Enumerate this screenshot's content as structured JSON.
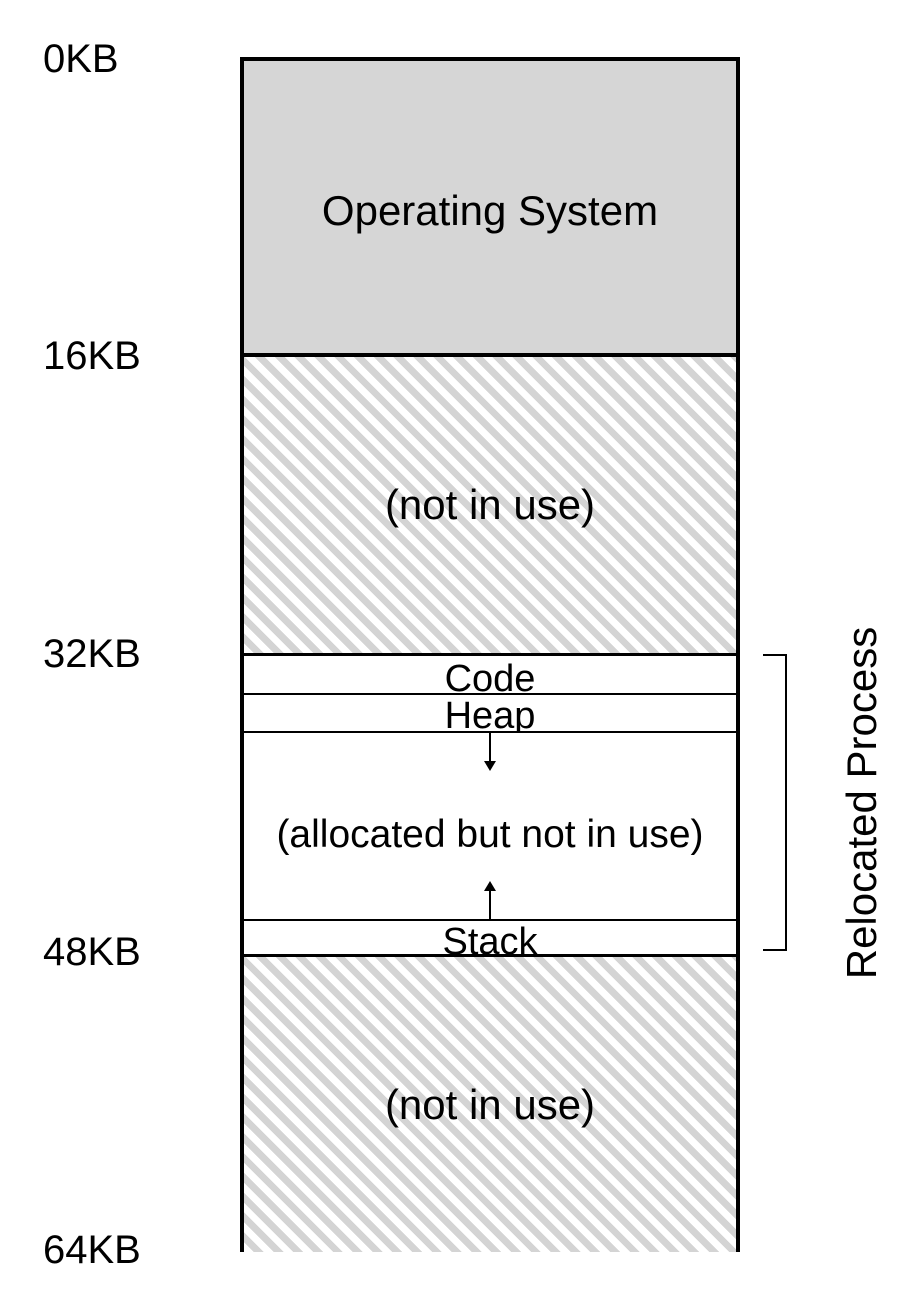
{
  "addresses": [
    "0KB",
    "16KB",
    "32KB",
    "48KB",
    "64KB"
  ],
  "regions": {
    "os": "Operating System",
    "free_upper": "(not in use)",
    "free_lower": "(not in use)"
  },
  "process": {
    "label": "Relocated Process",
    "code": "Code",
    "heap": "Heap",
    "free": "(allocated but not in use)",
    "stack": "Stack"
  },
  "colors": {
    "os_fill": "#d6d6d6",
    "hatch": "#d4d4d4",
    "border": "#000000"
  }
}
